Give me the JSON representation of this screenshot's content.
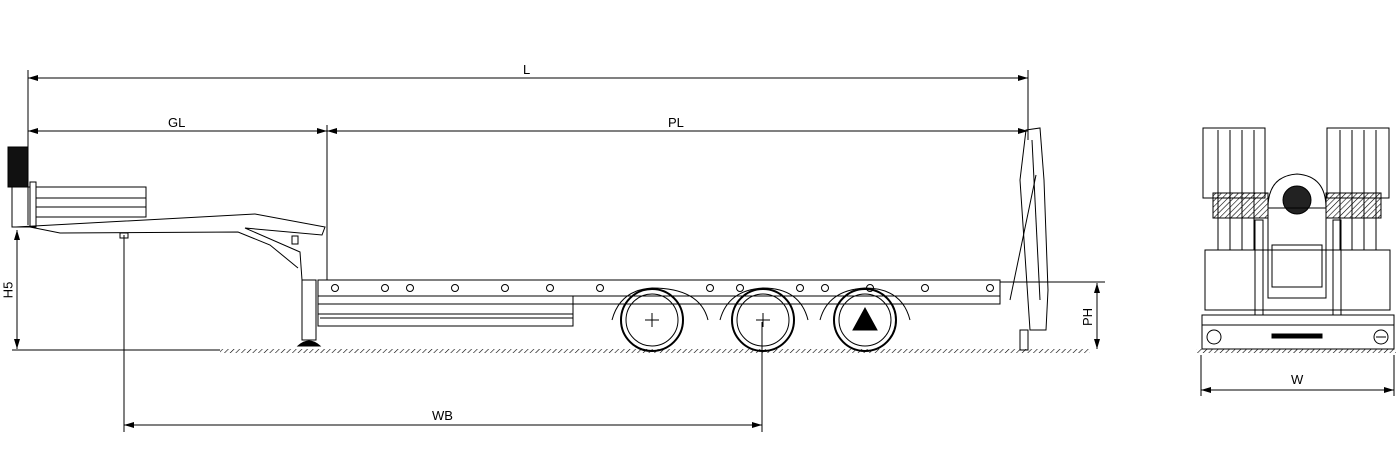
{
  "dimensions": {
    "overall_length": "L",
    "gooseneck_length": "GL",
    "platform_length": "PL",
    "fifth_wheel_height": "H5",
    "wheelbase": "WB",
    "platform_height": "PH",
    "width": "W"
  },
  "colors": {
    "line": "#000000",
    "background": "#ffffff"
  }
}
